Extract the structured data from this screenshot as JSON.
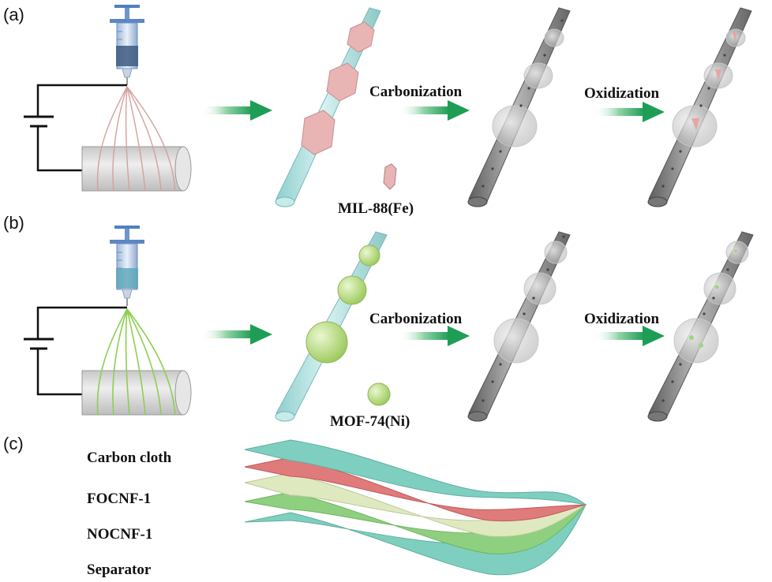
{
  "panels": {
    "a": {
      "letter": "(a)",
      "step1_label": "Carbonization",
      "step2_label": "Oxidization",
      "mof_label": "MIL-88(Fe)",
      "mof_color": "#e8b4b4"
    },
    "b": {
      "letter": "(b)",
      "step1_label": "Carbonization",
      "step2_label": "Oxidization",
      "mof_label": "MOF-74(Ni)",
      "mof_color": "#b5dc7a"
    },
    "c": {
      "letter": "(c)",
      "layers": [
        "Carbon cloth",
        "FOCNF-1",
        "NOCNF-1",
        "Separator"
      ],
      "layer_colors": [
        "#7fcfc0",
        "#e07b7b",
        "#dfe9c0",
        "#8fd080",
        "#7fcfc0"
      ]
    }
  },
  "colors": {
    "arrow": "#22a85a",
    "fiber": "#a8dedd",
    "carbon_fiber": "#8a8a8a",
    "collector": "#d9d9d9",
    "syringe": "#6fa0d8"
  }
}
